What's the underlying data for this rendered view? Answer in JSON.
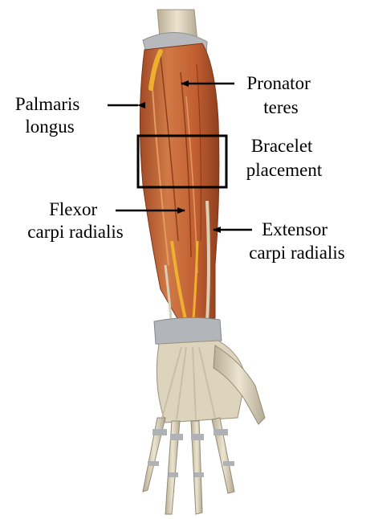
{
  "labels": {
    "palmaris": [
      "Palmaris",
      "longus"
    ],
    "pronator": [
      "Pronator",
      "teres"
    ],
    "bracelet": [
      "Bracelet",
      "placement"
    ],
    "flexor": [
      "Flexor",
      "carpi radialis"
    ],
    "extensor": [
      "Extensor",
      "carpi radialis"
    ]
  },
  "colors": {
    "muscle": "#c9673a",
    "muscle_dark": "#9b4424",
    "muscle_light": "#e0915c",
    "tendon": "#e9a92a",
    "bone": "#ddd4bd",
    "bone_shadow": "#a69e89",
    "ligament": "#a9acb0",
    "outline": "#000000"
  },
  "icons": [
    "forearm-anatomy-illustration",
    "arrow-icon"
  ]
}
